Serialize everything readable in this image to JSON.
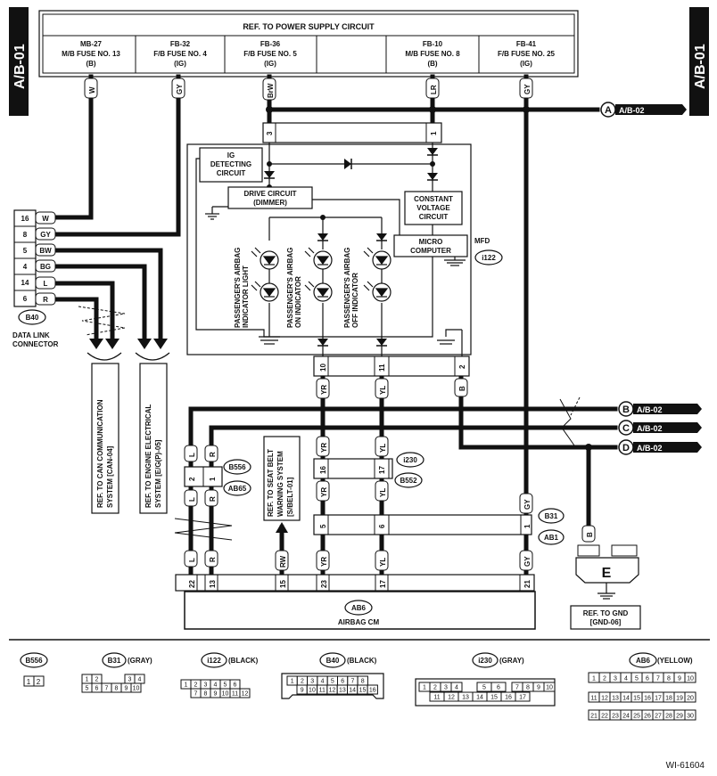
{
  "side_tabs": {
    "left": "A/B-01",
    "right": "A/B-01"
  },
  "power_supply": {
    "title": "REF. TO POWER SUPPLY CIRCUIT",
    "fuses": [
      {
        "line1": "MB-27",
        "line2": "M/B FUSE NO. 13",
        "line3": "(B)"
      },
      {
        "line1": "FB-32",
        "line2": "F/B FUSE NO. 4",
        "line3": "(IG)"
      },
      {
        "line1": "FB-36",
        "line2": "F/B FUSE NO. 5",
        "line3": "(IG)"
      },
      {
        "line1": "",
        "line2": "",
        "line3": ""
      },
      {
        "line1": "FB-10",
        "line2": "M/B FUSE NO. 8",
        "line3": "(B)"
      },
      {
        "line1": "FB-41",
        "line2": "F/B FUSE NO. 25",
        "line3": "(IG)"
      }
    ]
  },
  "wire_colors": {
    "w": "W",
    "gy": "GY",
    "brw": "BrW",
    "lr": "LR",
    "bw": "BW",
    "bg": "BG",
    "l": "L",
    "r": "R",
    "yr": "YR",
    "yl": "YL",
    "b": "B",
    "rw": "RW"
  },
  "refs": {
    "a": {
      "letter": "A",
      "text": "A/B-02"
    },
    "b": {
      "letter": "B",
      "text": "A/B-02"
    },
    "c": {
      "letter": "C",
      "text": "A/B-02"
    },
    "d": {
      "letter": "D",
      "text": "A/B-02"
    }
  },
  "pins": {
    "p1": "1",
    "p2": "2",
    "p3": "3",
    "p4": "4",
    "p5": "5",
    "p6": "6",
    "p8": "8",
    "p10": "10",
    "p11": "11",
    "p13": "13",
    "p14": "14",
    "p15": "15",
    "p16": "16",
    "p17": "17",
    "p21": "21",
    "p22": "22",
    "p23": "23"
  },
  "mfd": {
    "label": "MFD",
    "connector": "i122",
    "ig_detecting": [
      "IG",
      "DETECTING",
      "CIRCUIT"
    ],
    "drive_circuit": [
      "DRIVE CIRCUIT",
      "(DIMMER)"
    ],
    "constant_voltage": [
      "CONSTANT",
      "VOLTAGE",
      "CIRCUIT"
    ],
    "micro_computer": [
      "MICRO",
      "COMPUTER"
    ],
    "indicator_1": [
      "PASSENGER'S AIRBAG",
      "INDICATOR LIGHT"
    ],
    "indicator_2": [
      "PASSENGER'S AIRBAG",
      "ON INDICATOR"
    ],
    "indicator_3": [
      "PASSENGER'S AIRBAG",
      "OFF INDICATOR"
    ]
  },
  "data_link": {
    "connector": "B40",
    "caption": [
      "DATA LINK",
      "CONNECTOR"
    ]
  },
  "ref_boxes": {
    "can": [
      "REF. TO CAN COMMUNICATION",
      "SYSTEM [CAN-04]"
    ],
    "engine": [
      "REF. TO ENGINE ELECTRICAL",
      "SYSTEM [E/G(P)-05]"
    ],
    "seatbelt": [
      "REF. TO SEAT BELT",
      "WARNING SYSTEM",
      "[S/BELT-01]"
    ],
    "gnd": [
      "REF. TO GND",
      "[GND-06]"
    ]
  },
  "connectors": {
    "b556": "B556",
    "ab65": "AB65",
    "i230": "i230",
    "b552": "B552",
    "b31": "B31",
    "ab1": "AB1",
    "ab6": "AB6"
  },
  "airbag_cm": "AIRBAG CM",
  "ground_label": "E",
  "legend": [
    {
      "id": "B556",
      "color": ""
    },
    {
      "id": "B31",
      "color": "(GRAY)"
    },
    {
      "id": "i122",
      "color": "(BLACK)"
    },
    {
      "id": "B40",
      "color": "(BLACK)"
    },
    {
      "id": "i230",
      "color": "(GRAY)"
    },
    {
      "id": "AB6",
      "color": "(YELLOW)"
    }
  ],
  "doc_id": "WI-61604"
}
